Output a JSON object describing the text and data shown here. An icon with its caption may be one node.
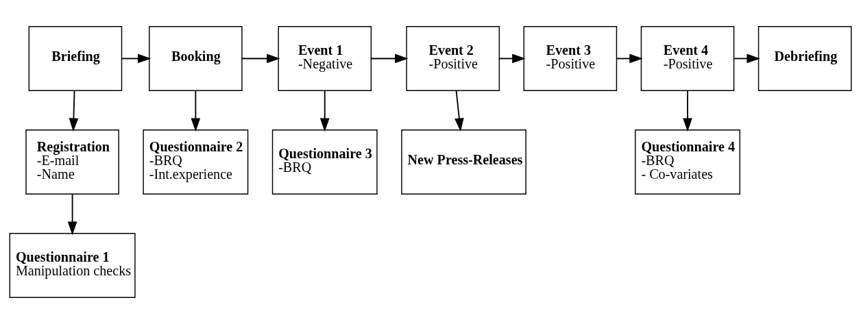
{
  "diagram": {
    "nodes": [
      {
        "text": [
          "Briefing"
        ]
      },
      {
        "text": [
          "Booking"
        ]
      },
      {
        "text": [
          "Event 1",
          "-Negative"
        ]
      },
      {
        "text": [
          "Event 2",
          "-Positive"
        ]
      },
      {
        "text": [
          "Event 3",
          "-Positive"
        ]
      },
      {
        "text": [
          "Event 4",
          "-Positive"
        ]
      },
      {
        "text": [
          "Debriefing"
        ]
      },
      {
        "text": [
          "Registration",
          "-E-mail",
          "-Name"
        ]
      },
      {
        "text": [
          "Questionnaire 2",
          "-BRQ",
          "-Int.experience"
        ]
      },
      {
        "text": [
          "Questionnaire 3",
          "-BRQ"
        ]
      },
      {
        "text": [
          "New Press-Releases"
        ]
      },
      {
        "text": [
          "Questionnaire 4",
          "-BRQ",
          "- Co-variates"
        ]
      },
      {
        "text": [
          "Questionnaire 1",
          "Manipulation checks"
        ]
      }
    ],
    "edges": [
      {
        "from": 0,
        "to": 1,
        "arrow": "to"
      },
      {
        "from": 0,
        "to": 7,
        "arrow": "to"
      },
      {
        "from": 1,
        "to": 2,
        "arrow": "to"
      },
      {
        "from": 1,
        "to": 8,
        "arrow": "to"
      },
      {
        "from": 2,
        "to": 3,
        "arrow": "to"
      },
      {
        "from": 2,
        "to": 9,
        "arrow": "to"
      },
      {
        "from": 3,
        "to": 4,
        "arrow": "to"
      },
      {
        "from": 3,
        "to": 10,
        "arrow": "to"
      },
      {
        "from": 4,
        "to": 5,
        "arrow": "to"
      },
      {
        "from": 5,
        "to": 6,
        "arrow": "to"
      },
      {
        "from": 5,
        "to": 11,
        "arrow": "to"
      },
      {
        "from": 7,
        "to": 12,
        "arrow": "to"
      }
    ]
  }
}
